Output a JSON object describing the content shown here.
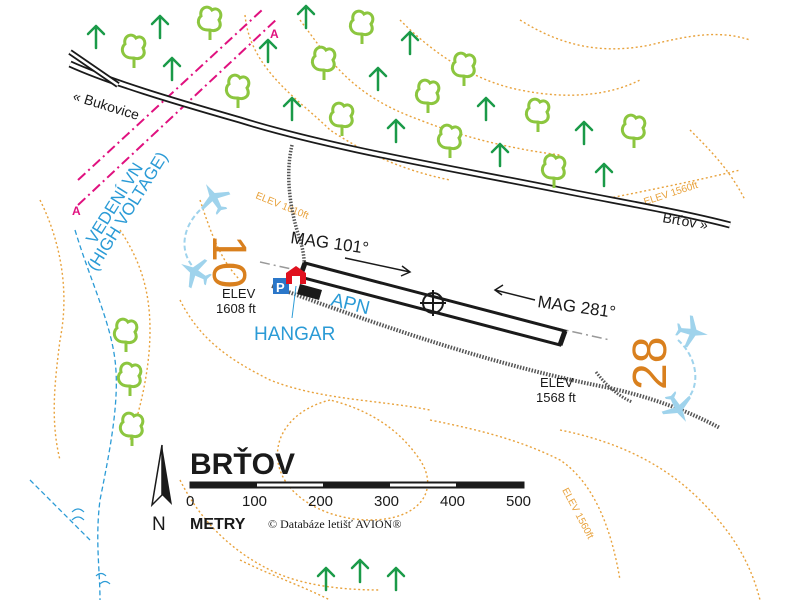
{
  "airfield": {
    "name": "BRŤOV",
    "runway_designators": [
      "10",
      "28"
    ],
    "magnetic_headings": [
      "MAG 101°",
      "MAG 281°"
    ],
    "elevation_labels": [
      {
        "line1": "ELEV",
        "line2": "1608 ft"
      },
      {
        "line1": "ELEV",
        "line2": "1568 ft"
      }
    ],
    "facilities": {
      "parking_symbol": "P",
      "apron_label": "APN",
      "hangar_label": "HANGAR"
    }
  },
  "roads": {
    "west_destination": "« Bukovice",
    "east_destination": "Brťov »"
  },
  "power_line": {
    "label_line1": "VEDENÍ VN",
    "label_line2": "(HIGH VOLTAGE)"
  },
  "contours": {
    "labels": [
      "ELEV 1610ft",
      "ELEV 1560ft",
      "ELEV 1560ft"
    ]
  },
  "scale_bar": {
    "ticks": [
      "0",
      "100",
      "200",
      "300",
      "400",
      "500"
    ],
    "unit_label": "METRY",
    "north_symbol": "N"
  },
  "copyright": "© Databáze letišť AVION®",
  "colors": {
    "runway_label": "#d9801e",
    "contour": "#e8a23c",
    "power_line": "#e0117f",
    "water_and_labels": "#2b9bd6",
    "deciduous_tree": "#8cc63f",
    "conifer_tree": "#1a9a48",
    "road": "#1a1a1a"
  }
}
